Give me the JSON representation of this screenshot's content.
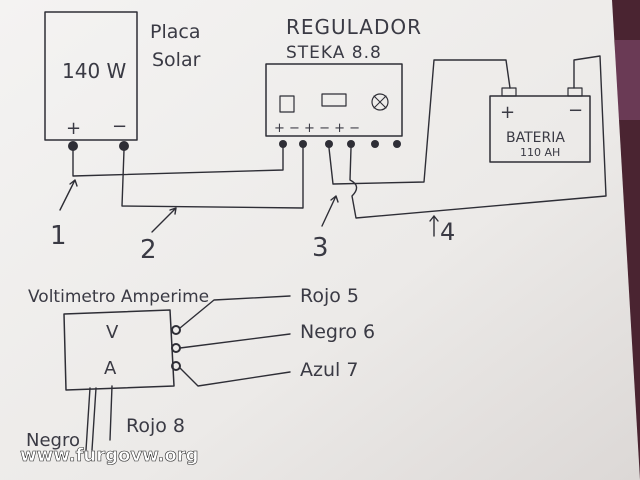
{
  "solar_panel": {
    "title_1": "Placa",
    "title_2": "Solar",
    "power": "140 W",
    "plus": "+",
    "minus": "−"
  },
  "regulator": {
    "title": "REGULADOR",
    "model": "STEKA 8.8",
    "terminals": "+ −  + −  + −"
  },
  "battery": {
    "plus": "+",
    "minus": "−",
    "label_1": "BATERIA",
    "label_2": "110 AH"
  },
  "wire_labels": [
    "1",
    "2",
    "3",
    "4"
  ],
  "meter": {
    "title": "Voltimetro Amperime",
    "v": "V",
    "a": "A"
  },
  "meter_wires": [
    "Rojo 5",
    "Negro 6",
    "Azul 7"
  ],
  "bottom_wires": {
    "left": "Negro",
    "right": "Rojo 8"
  },
  "watermark": "www.furgovw.org",
  "colors": {
    "paper": "#f1efed",
    "ink": "#2e2e36",
    "fabric": "#5a2a3a"
  }
}
